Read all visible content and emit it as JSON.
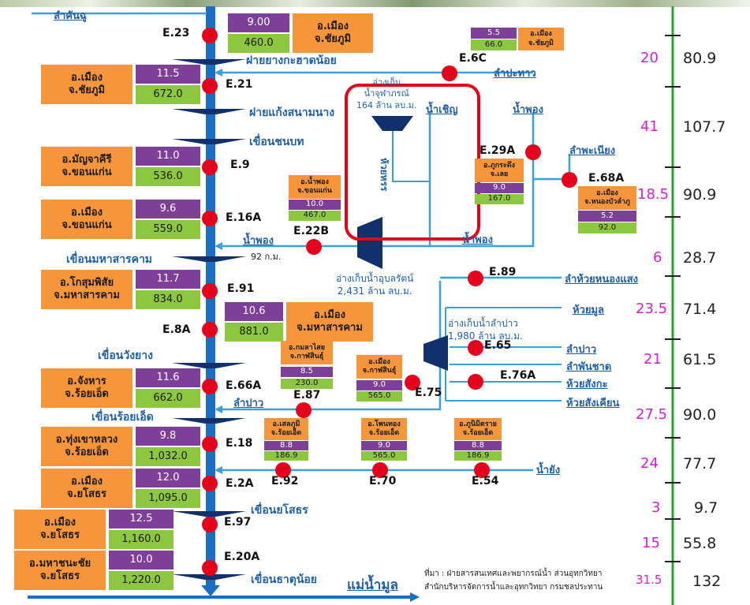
{
  "source_note": [
    "ที่มา : ฝ่ายสารสนเทศและพยากรณ์น้ำ ส่วนอุทกวิทยา",
    "สำนักบริหารจัดการน้ำและอุทกวิทยา กรมชลประทาน"
  ],
  "river_labels": {
    "lam_khan_chu": "ลำคันฉู",
    "lam_pathao": "ลำปะทาว",
    "nam_choen": "น้ำเชิญ",
    "nam_phong_top": "น้ำพอง",
    "lam_phaniang": "ลำพะเนียง",
    "nam_phong_mid": "น้ำพอง",
    "nam_phong_left": "น้ำพอง",
    "distance_92": "92 ก.ม.",
    "huai_nong_saeng": "ลำห้วยหนองแสง",
    "huai_mun": "ห้วยมูล",
    "lam_pao": "ลำปาว",
    "lam_phan_chat": "ลำพันชาด",
    "huai_sang_kha": "ห้วยสังกะ",
    "huai_sang_khian": "ห้วยสังเคียน",
    "lam_pao_left": "ลำปาว",
    "nam_yang": "น้ำยัง",
    "mae_nam_mun": "แม่น้ำมูล"
  },
  "dams": {
    "krachat_noi": "ฝายยางกะฮาดน้อย",
    "kaeng_sanam_nang": "ฝายแก้งสนามนาง",
    "chonnabot": "เขื่อนชนบท",
    "maha_sarakham": "เขื่อนมหาสารคาม",
    "wang_yang": "เขื่อนวังยาง",
    "roi_et": "เขื่อนร้อยเอ็ด",
    "yasothon": "เขื่อนยโสธร",
    "that_noi": "เขื่อนธาตุน้อย"
  },
  "reservoirs": {
    "chulabhorn": "อ่างเก็บ\nน้ำจุฬาภรณ์\n164 ล้าน ลบ.ม.",
    "ubolratana": "อ่างเก็บน้ำอุบลรัตน์\n2,431 ล้าน ลบ.ม.",
    "lam_pao": "อ่างเก็บน้ำลำปาว\n1,980 ล้าน ลบ.ม."
  },
  "vertical_label": "ห้วยหรร",
  "stations": {
    "e23": "E.23",
    "e21": "E.21",
    "e9": "E.9",
    "e16a": "E.16A",
    "e22b": "E.22B",
    "e91": "E.91",
    "e8a": "E.8A",
    "e66a": "E.66A",
    "e87": "E.87",
    "e18": "E.18",
    "e2a": "E.2A",
    "e97": "E.97",
    "e20a": "E.20A",
    "e6c": "E.6C",
    "e29a": "E.29A",
    "e68a": "E.68A",
    "e89": "E.89",
    "e65": "E.65",
    "e76a": "E.76A",
    "e75": "E.75",
    "e92": "E.92",
    "e70": "E.70",
    "e54": "E.54"
  },
  "station_boxes": {
    "e23": {
      "place": "อ.เมือง\nจ.ชัยภูมิ",
      "value": "9.00",
      "elevation": "460.0"
    },
    "e21": {
      "place": "อ.เมือง\nจ.ชัยภูมิ",
      "value": "11.5",
      "elevation": "672.0"
    },
    "e9": {
      "place": "อ.มัญจาคีรี\nจ.ขอนแก่น",
      "value": "11.0",
      "elevation": "536.0"
    },
    "e16a": {
      "place": "อ.เมือง\nจ.ขอนแก่น",
      "value": "9.6",
      "elevation": "559.0"
    },
    "e22b": {
      "place": "อ.น้ำพอง\nจ.ขอนแก่น",
      "value": "10.0",
      "elevation": "467.0"
    },
    "e91": {
      "place": "อ.โกสุมพิสัย\nจ.มหาสารคาม",
      "value": "11.7",
      "elevation": "834.0"
    },
    "e8a": {
      "place": "อ.เมือง\nจ.มหาสารคาม",
      "value": "10.6",
      "elevation": "881.0"
    },
    "e66a": {
      "place": "อ.จังหาร\nจ.ร้อยเอ็ด",
      "value": "11.6",
      "elevation": "662.0"
    },
    "e87": {
      "place": "อ.กมลาไสย\nจ.กาฬสินธุ์",
      "value": "8.5",
      "elevation": "230.0"
    },
    "e75": {
      "place": "อ.เมือง\nจ.กาฬสินธุ์",
      "value": "9.0",
      "elevation": "565.0"
    },
    "e18": {
      "place": "อ.ทุ่งเขาหลวง\nจ.ร้อยเอ็ด",
      "value": "9.8",
      "elevation": "1,032.0"
    },
    "e2a": {
      "place": "อ.เมือง\nจ.ยโสธร",
      "value": "12.0",
      "elevation": "1,095.0"
    },
    "e97": {
      "place": "อ.เมือง\nจ.ยโสธร",
      "value": "12.5",
      "elevation": "1,160.0"
    },
    "e20a": {
      "place": "อ.มหาชนะชัย\nจ.ยโสธร",
      "value": "10.0",
      "elevation": "1,220.0"
    },
    "e6c": {
      "place": "อ.เมือง\nจ.ชัยภูมิ",
      "value": "5.5",
      "elevation": "66.0"
    },
    "e29a": {
      "place": "อ.ภูกระดึง\nจ.เลย",
      "value": "9.0",
      "elevation": "167.0"
    },
    "e68a": {
      "place": "อ.เมือง\nจ.หนองบัวลำภู",
      "value": "5.2",
      "elevation": "92.0"
    },
    "e92": {
      "place": "อ.เสลภูมิ\nจ.ร้อยเอ็ด",
      "value": "8.8",
      "elevation": "186.9"
    },
    "e70": {
      "place": "อ.โพนทอง\nจ.ร้อยเอ็ด",
      "value": "9.0",
      "elevation": "565.0"
    },
    "e54": {
      "place": "อ.ภูนิมิตราย\nจ.ร้อยเอ็ด",
      "value": "8.8",
      "elevation": "186.9"
    }
  },
  "distance_scale": {
    "segments": [
      "20",
      "41",
      "18.5",
      "6",
      "23.5",
      "21",
      "27.5",
      "24",
      "3",
      "15",
      "31.5"
    ],
    "cumulative": [
      "80.9",
      "107.7",
      "90.9",
      "28.7",
      "71.4",
      "61.5",
      "90.0",
      "77.7",
      "9.7",
      "55.8",
      "132"
    ]
  },
  "colors": {
    "main_river": "#1a6fc2",
    "tributary": "#3aa0d8",
    "station_dot": "#e5001b",
    "highlight_box": "#e5001b",
    "scale_line": "#2e9e2e",
    "segment_text": "#d21ed2",
    "place_box": "#f7953b",
    "value_box": "#7d3f98",
    "elevation_box": "#8dc63f"
  }
}
